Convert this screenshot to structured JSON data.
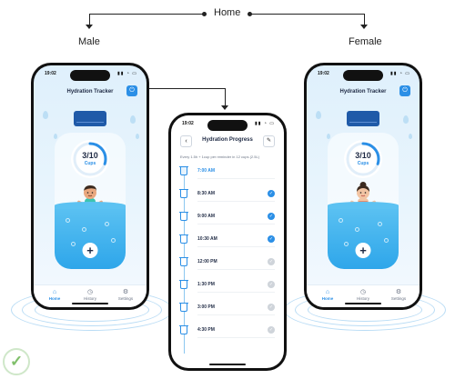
{
  "diagram": {
    "root_label": "Home",
    "left_label": "Male",
    "right_label": "Female"
  },
  "colors": {
    "accent": "#2b8fe6",
    "water": "#3cb0ee",
    "cap": "#1f5aa8",
    "done_check": "#2b8fe6",
    "pending_check": "#cfd4da",
    "ripple": "#b9dcf5"
  },
  "male_phone": {
    "status_time": "19:02",
    "title": "Hydration Tracker",
    "power_icon": "power-icon",
    "cups_done": 3,
    "cups_total": 10,
    "cups_text": "3/10",
    "cups_unit": "Cups",
    "progress": 0.3,
    "add_icon": "plus-icon",
    "nav": [
      {
        "label": "Home",
        "icon": "home-icon",
        "active": true
      },
      {
        "label": "History",
        "icon": "clock-icon",
        "active": false
      },
      {
        "label": "Settings",
        "icon": "gear-icon",
        "active": false
      }
    ]
  },
  "female_phone": {
    "status_time": "19:02",
    "title": "Hydration Tracker",
    "power_icon": "power-icon",
    "cups_done": 3,
    "cups_total": 10,
    "cups_text": "3/10",
    "cups_unit": "Cups",
    "progress": 0.3,
    "add_icon": "plus-icon",
    "nav": [
      {
        "label": "Home",
        "icon": "home-icon",
        "active": true
      },
      {
        "label": "History",
        "icon": "clock-icon",
        "active": false
      },
      {
        "label": "Settings",
        "icon": "gear-icon",
        "active": false
      }
    ]
  },
  "progress_phone": {
    "status_time": "19:02",
    "title": "Hydration Progress",
    "subtitle": "Every 1.5h + 1cup per reminder in 12 cups (2.5L)",
    "entries": [
      {
        "time": "7:00 AM",
        "status": "current"
      },
      {
        "time": "8:30 AM",
        "status": "done"
      },
      {
        "time": "9:00 AM",
        "status": "done"
      },
      {
        "time": "10:30 AM",
        "status": "done"
      },
      {
        "time": "12:00 PM",
        "status": "pending"
      },
      {
        "time": "1:30 PM",
        "status": "pending"
      },
      {
        "time": "3:00 PM",
        "status": "pending"
      },
      {
        "time": "4:30 PM",
        "status": "pending"
      }
    ]
  }
}
